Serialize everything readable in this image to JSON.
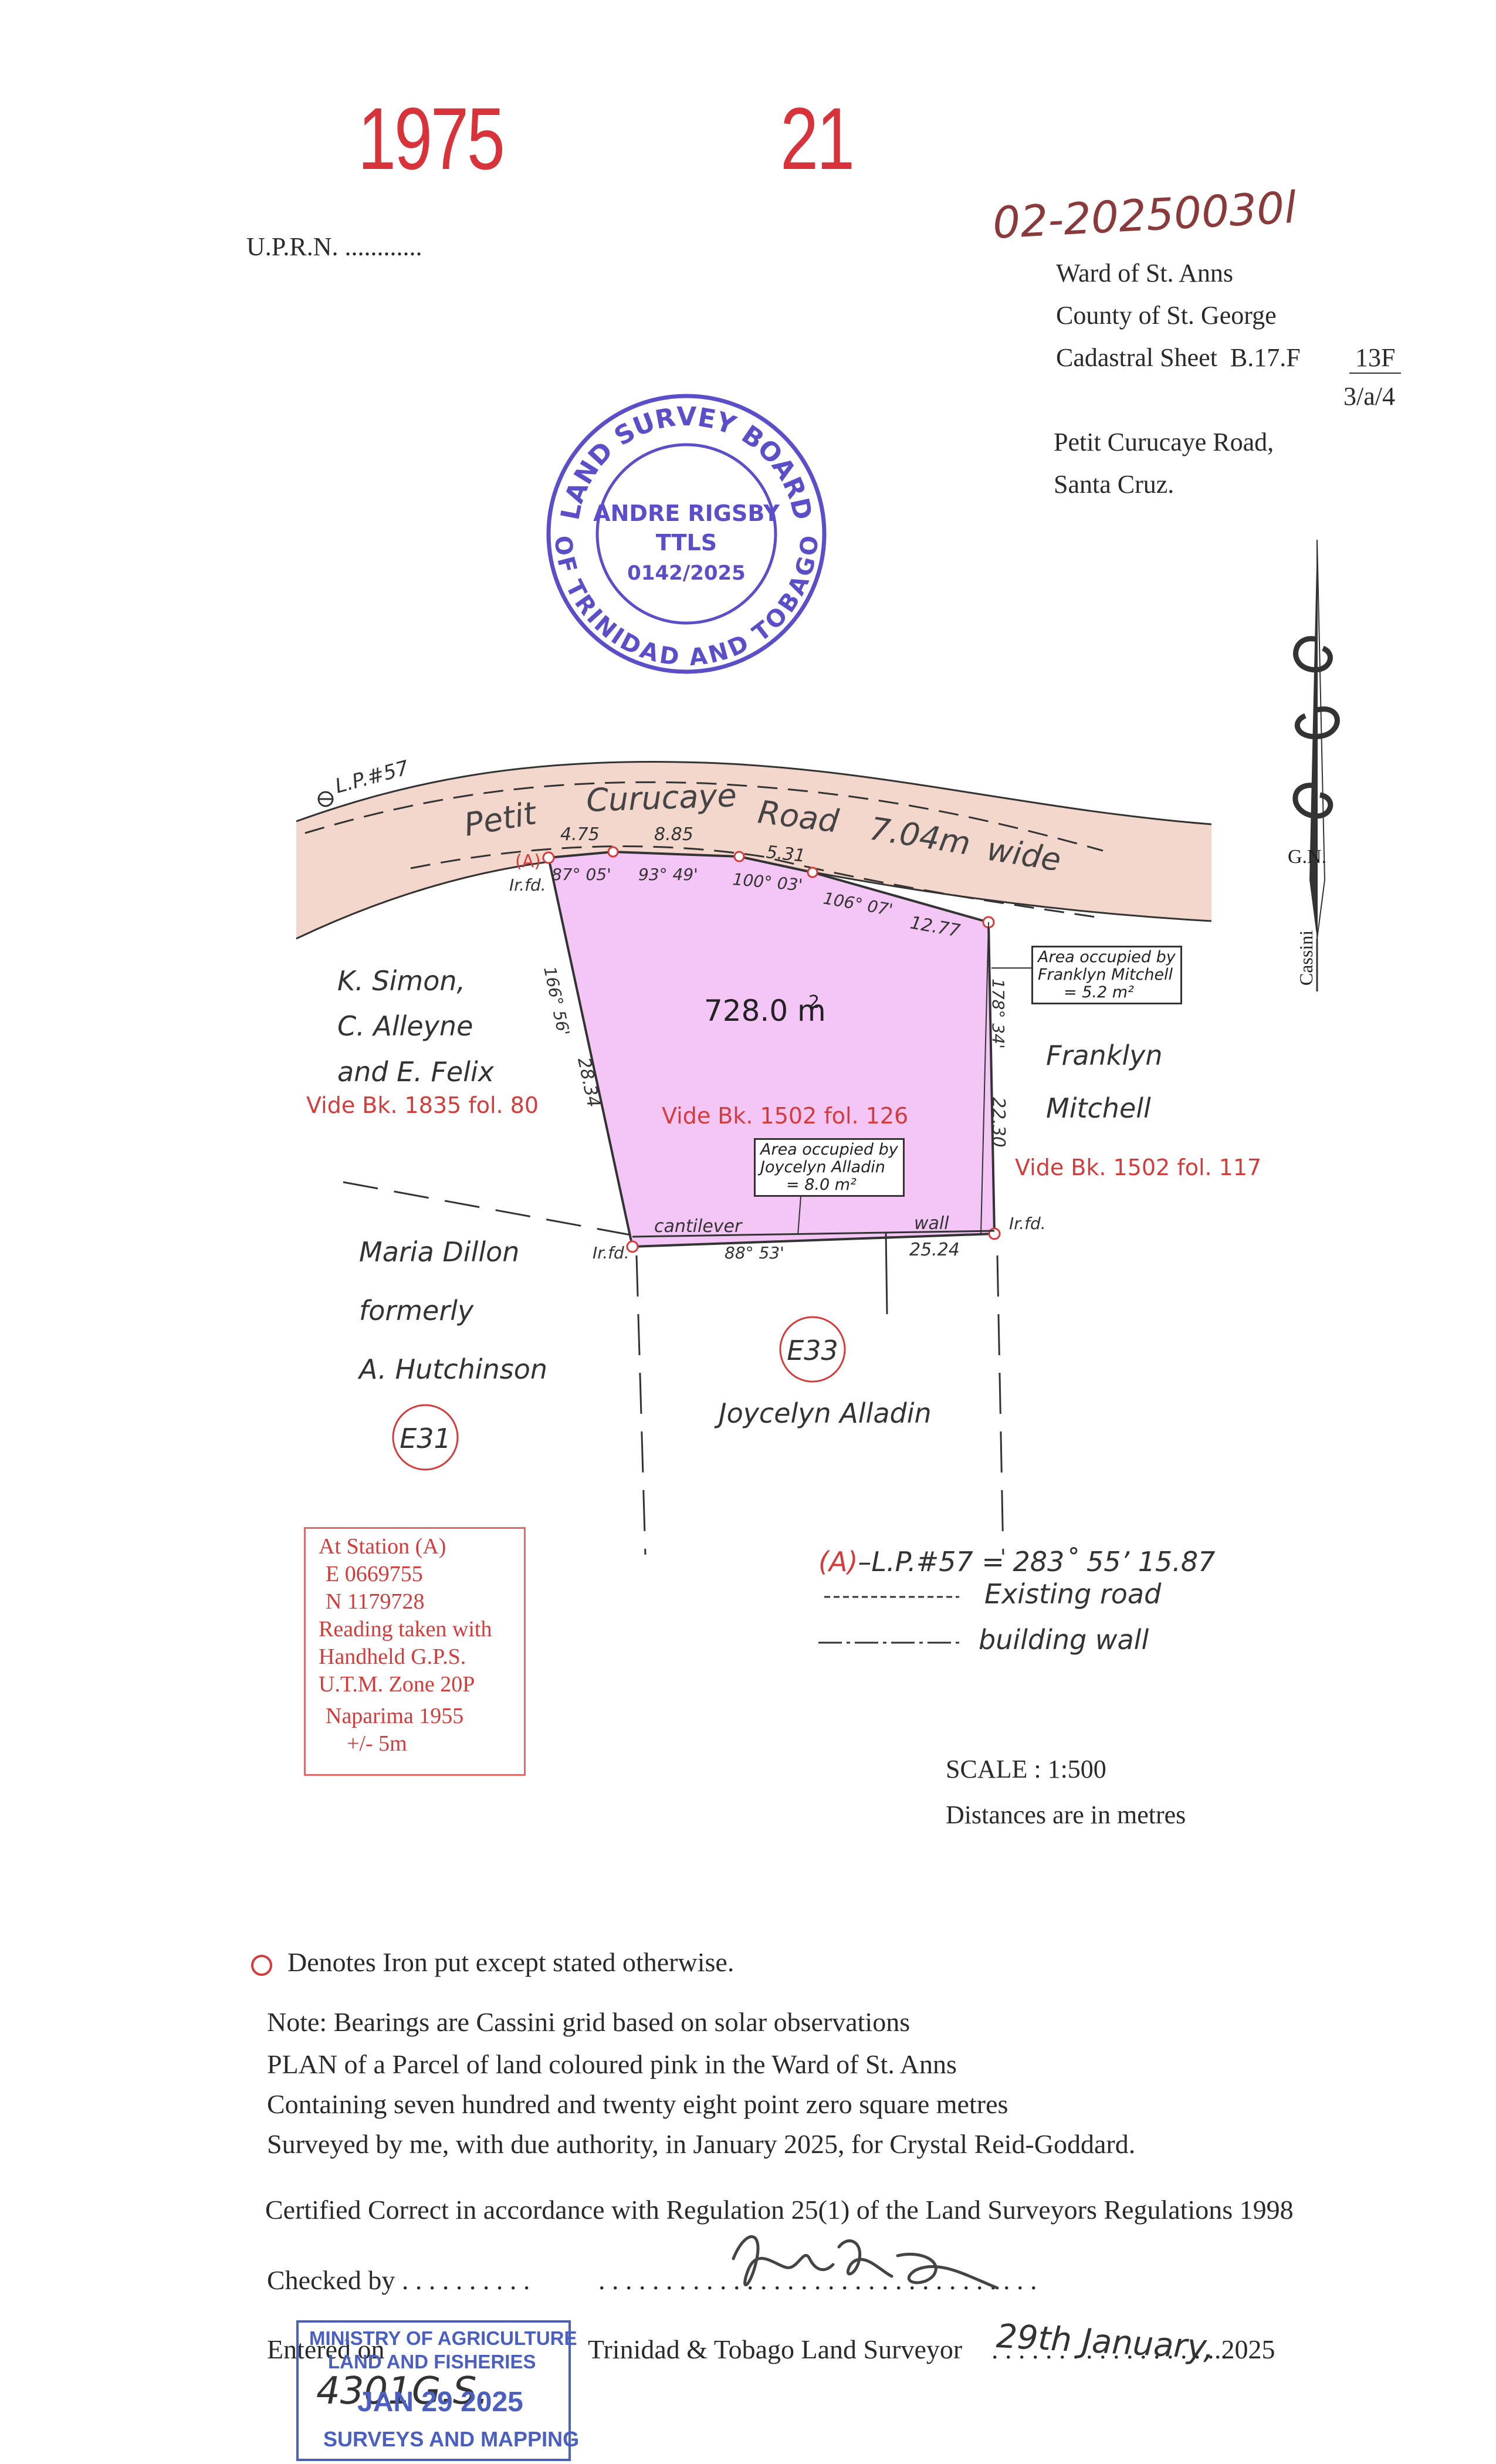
{
  "header": {
    "plan_number": "1975",
    "plan_sub_number": "21",
    "uprn": "U.P.R.N. ............",
    "reference": "02-20250030l",
    "ward": "Ward of St. Anns",
    "county": "County of St. George",
    "cadastral_label": "Cadastral Sheet",
    "cadastral_sheet": "B.17.F",
    "cadastral_numerator": "13F",
    "cadastral_denominator": "3/a/4",
    "address_line1": "Petit Curucaye Road,",
    "address_line2": "Santa Cruz."
  },
  "stamp": {
    "arc_top": "LAND SURVEY BOARD",
    "arc_bottom": "OF TRINIDAD AND TOBAGO",
    "name": "ANDRE RIGSBY",
    "title": "TTLS",
    "number": "0142/2025",
    "color": "#5a4fc8"
  },
  "north": {
    "label": "G.N.",
    "grid": "Cassini"
  },
  "plan": {
    "fill_color": "#f3c6f5",
    "road_fill": "#f3d6cc",
    "area": "728.0 m",
    "area_sup": "2",
    "road_word1": "Petit",
    "road_word2": "Curucaye",
    "road_word3": "Road",
    "road_width": "7.04m",
    "road_word4": "wide",
    "lp_label": "L.P.#57",
    "station_a": "(A)",
    "iron_found": "Ir.fd.",
    "distances": [
      "4.75",
      "8.85",
      "5.31",
      "12.77",
      "22.30",
      "25.24",
      "28.34"
    ],
    "bearings": [
      "87° 05'",
      "93° 49'",
      "100° 03'",
      "106° 07'",
      "178° 34'",
      "88° 53'",
      "166° 56'"
    ],
    "cantilever": "cantilever",
    "wall": "wall",
    "main_vide": "Vide Bk. 1502 fol. 126",
    "west_owners": [
      "K. Simon,",
      "C. Alleyne",
      "and E. Felix"
    ],
    "west_vide": "Vide Bk. 1835 fol. 80",
    "east_owners": [
      "Franklyn",
      "Mitchell"
    ],
    "east_vide": "Vide Bk. 1502 fol. 117",
    "east_area_box": [
      "Area occupied by",
      "Franklyn Mitchell",
      "= 5.2 m²"
    ],
    "south_area_box": [
      "Area occupied by",
      "Joycelyn Alladin",
      "= 8.0 m²"
    ],
    "sw_owners": [
      "Maria Dillon",
      "formerly",
      "A. Hutchinson"
    ],
    "sw_parcel": "E31",
    "s_parcel": "E33",
    "s_owner": "Joycelyn Alladin"
  },
  "gps_box": {
    "lines": [
      "At Station (A)",
      "E 0669755",
      "N 1179728",
      "Reading taken with",
      "Handheld G.P.S.",
      "U.T.M. Zone 20P",
      "Naparima 1955",
      "+/- 5m"
    ]
  },
  "legend": {
    "lp_prefix": "(A)",
    "lp_text": "–L.P.#57  = 283˚ 55’ 15.87",
    "existing_road": "Existing road",
    "building_wall": "building wall"
  },
  "scale": {
    "scale_text": "SCALE : 1:500",
    "units_text": "Distances are in metres"
  },
  "notes": {
    "iron_legend": "Denotes Iron put except stated otherwise.",
    "bearings_note": "Note: Bearings are Cassini grid based on solar observations",
    "plan_line1": "PLAN of a Parcel of land coloured pink in the Ward of St. Anns",
    "plan_line2": "Containing seven hundred and twenty eight point zero square metres",
    "plan_line3": "Surveyed by me, with due authority, in January 2025, for Crystal Reid-Goddard.",
    "certified": "Certified Correct in accordance with Regulation 25(1) of the Land Surveyors Regulations 1998",
    "checked_by": "Checked by . . . . . . . . . .",
    "signature_dots": ". . . . . . . . . . . . . . . . . . . . . . . . . . . . . . . . .",
    "entered_on": "Entered on",
    "surveyor_label": "Trinidad & Tobago  Land Surveyor",
    "date_dots": ". . . . . . . . . . . . . . . . . .",
    "year": ".2025",
    "date_handwritten": "29th January,"
  },
  "ministry_stamp": {
    "line1": "MINISTRY OF AGRICULTURE",
    "line2": "LAND AND FISHERIES",
    "handwritten": "4301G.S.",
    "date": "JAN 29 2025",
    "dept": "SURVEYS AND MAPPING",
    "color": "#4a5fc0"
  }
}
